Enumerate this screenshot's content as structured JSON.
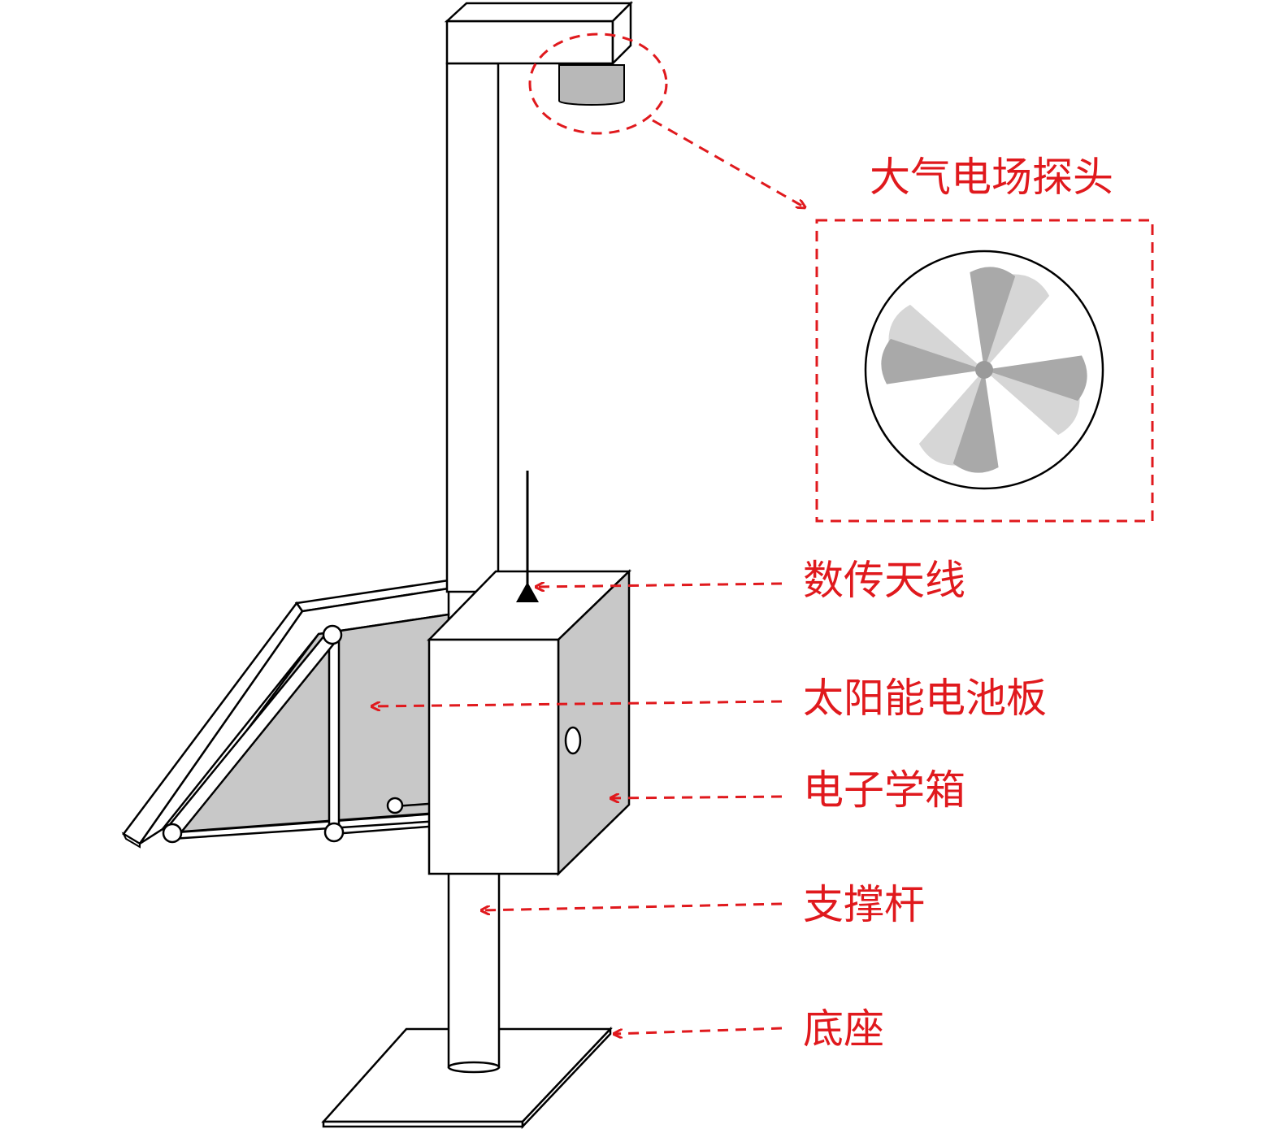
{
  "labels": {
    "probe": "大气电场探头",
    "antenna": "数传天线",
    "solar_panel": "太阳能电池板",
    "electronics_box": "电子学箱",
    "support_pole": "支撑杆",
    "base": "底座"
  },
  "colors": {
    "annotation": "#e0191d",
    "outline": "#000000",
    "fill_gray": "#c8c8c8",
    "probe_gray": "#b8b8b8",
    "blade_dark": "#a9a9a9",
    "blade_light": "#d6d6d6",
    "hub": "#9a9a9a",
    "background": "#ffffff"
  }
}
